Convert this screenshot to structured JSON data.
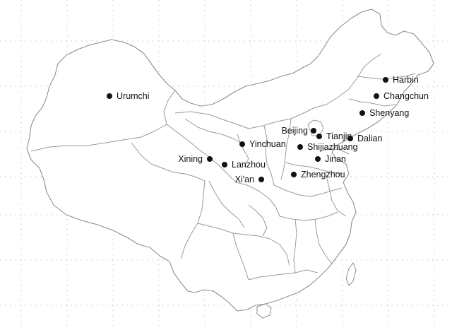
{
  "map": {
    "cities": [
      {
        "name": "Harbin"
      },
      {
        "name": "Changchun"
      },
      {
        "name": "Shenyang"
      },
      {
        "name": "Urumchi"
      },
      {
        "name": "Beijing"
      },
      {
        "name": "Tianjin"
      },
      {
        "name": "Dalian"
      },
      {
        "name": "Yinchuan"
      },
      {
        "name": "Shijiazhuang"
      },
      {
        "name": "Jinan"
      },
      {
        "name": "Xining"
      },
      {
        "name": "Lanzhou"
      },
      {
        "name": "Xi'an"
      },
      {
        "name": "Zhengzhou"
      }
    ]
  }
}
